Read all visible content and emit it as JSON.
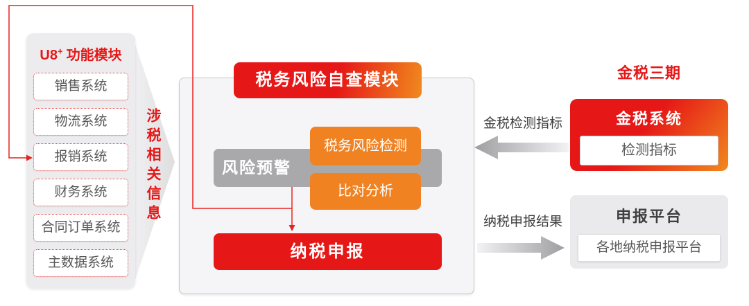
{
  "colors": {
    "brand_red": "#e61717",
    "orange": "#f08222",
    "gray_bar": "#a9a9ab",
    "panel_gray": "#ececee",
    "container_bg": "#f5f5f7",
    "item_text_gray": "#595757",
    "label_dark": "#3f3f3f"
  },
  "left_panel": {
    "title_prefix": "U8",
    "title_sup": "+",
    "title_suffix": "功能模块",
    "modules": [
      "销售系统",
      "物流系统",
      "报销系统",
      "财务系统",
      "合同订单系统",
      "主数据系统"
    ]
  },
  "flow_label": "涉税相关信息",
  "center_module": {
    "title": "税务风险自查模块",
    "risk_warning": "风险预警",
    "risk_detection": "税务风险检测",
    "comparison_analysis": "比对分析",
    "tax_declaration": "纳税申报"
  },
  "right_section": {
    "title": "金税三期",
    "golden_tax": {
      "title": "金税系统",
      "item": "检测指标"
    },
    "declaration_platform": {
      "title": "申报平台",
      "item": "各地纳税申报平台"
    },
    "incoming_arrow_label": "金税检测指标",
    "outgoing_arrow_label": "纳税申报结果"
  }
}
